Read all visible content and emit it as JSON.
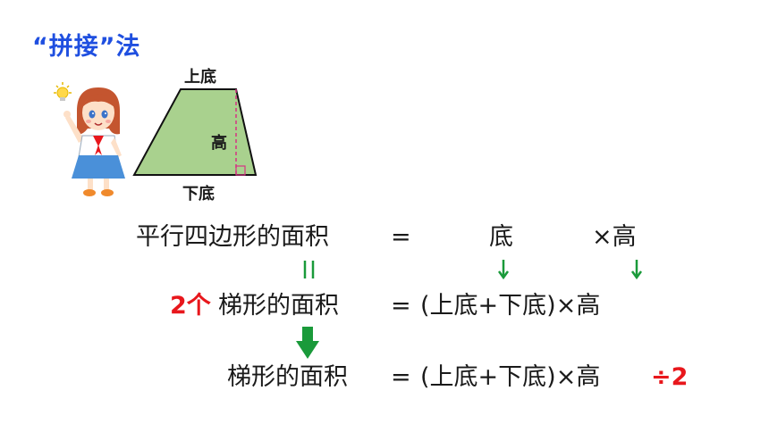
{
  "title": "“拼接”法",
  "diagram": {
    "top_base": "上底",
    "height": "高",
    "bottom_base": "下底",
    "fill_color": "#a9d18e",
    "stroke_color": "#111111",
    "dashed_color": "#d63384"
  },
  "row1": {
    "left": "平行四边形的面积",
    "eq": "=",
    "base": "底",
    "times_height": "×高"
  },
  "row2": {
    "prefix": "2个",
    "left": "梯形的面积",
    "eq": "=",
    "right": "(上底+下底)×高"
  },
  "row3": {
    "left": "梯形的面积",
    "eq": "=",
    "right": "(上底+下底)×高",
    "suffix": "÷2"
  },
  "colors": {
    "title": "#1f4fe0",
    "accent_red": "#e8171c",
    "arrow_green": "#1a9a3a"
  },
  "icons": [
    "bulb-icon",
    "girl-illustration",
    "equal-sign-icon",
    "down-arrow-icon",
    "big-down-arrow-icon"
  ]
}
